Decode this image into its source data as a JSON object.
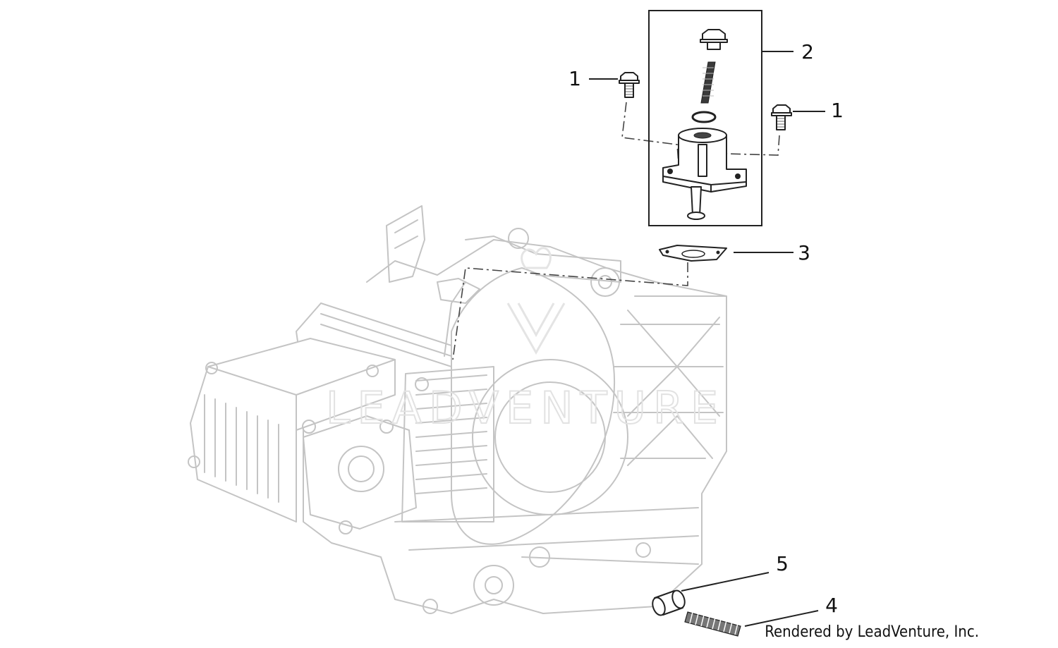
{
  "callouts": [
    {
      "id": "c1a",
      "label": "1",
      "part": "bolt"
    },
    {
      "id": "c1b",
      "label": "1",
      "part": "bolt"
    },
    {
      "id": "c2",
      "label": "2",
      "part": "chain-tensioner-assembly"
    },
    {
      "id": "c3",
      "label": "3",
      "part": "gasket"
    },
    {
      "id": "c4",
      "label": "4",
      "part": "spring"
    },
    {
      "id": "c5",
      "label": "5",
      "part": "bushing"
    }
  ],
  "watermark": "LEADVENTURE",
  "credit": "Rendered by LeadVenture, Inc.",
  "colors": {
    "ink": "#222222",
    "ghost": "#c4c4c4",
    "watermark": "#e2e2e2",
    "background": "#ffffff"
  }
}
